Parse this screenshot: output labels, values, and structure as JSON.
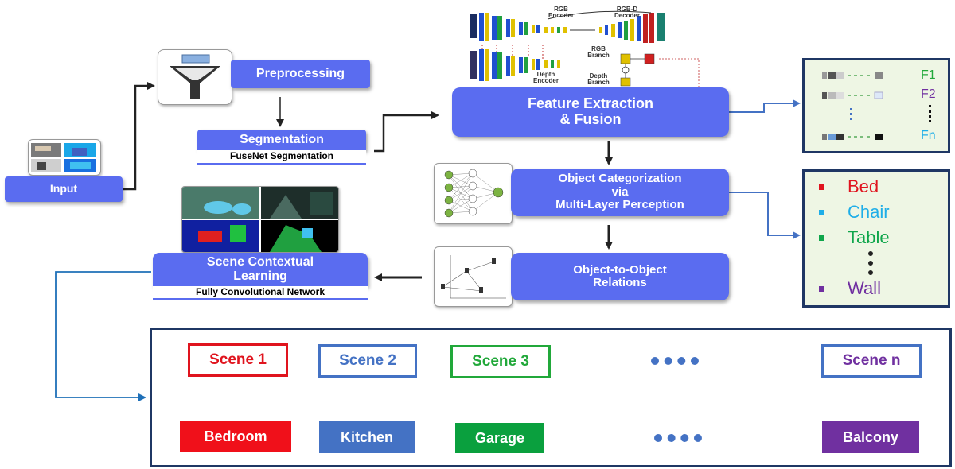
{
  "input": {
    "label": "Input"
  },
  "preprocessing": {
    "label": "Preprocessing"
  },
  "segmentation": {
    "label": "Segmentation",
    "sublabel": "FuseNet Segmentation"
  },
  "feature": {
    "line1": "Feature Extraction",
    "line2": "& Fusion"
  },
  "fusenet": {
    "rgb_encoder": "RGB Encoder",
    "rgbd_decoder": "RGB-D Decoder",
    "depth_encoder": "Depth Encoder",
    "rgb_branch": "RGB Branch",
    "depth_branch": "Depth Branch"
  },
  "categorization": {
    "line1": "Object Categorization",
    "line2": "via",
    "line3": "Multi-Layer Perception"
  },
  "relations": {
    "line1": "Object-to-Object",
    "line2": "Relations"
  },
  "scene_learning": {
    "line1": "Scene Contextual",
    "line2": "Learning",
    "sublabel": "Fully Convolutional Network"
  },
  "features": {
    "f1": "F1",
    "f2": "F2",
    "fn": "Fn"
  },
  "objects": [
    {
      "label": "Bed",
      "color": "#e0141e"
    },
    {
      "label": "Chair",
      "color": "#1eaee8"
    },
    {
      "label": "Table",
      "color": "#0fa64b"
    },
    {
      "label": "Wall",
      "color": "#7030a0"
    }
  ],
  "scenes": [
    {
      "label": "Scene 1",
      "room": "Bedroom",
      "color": "#e0141e",
      "fill": "#f0101a"
    },
    {
      "label": "Scene 2",
      "room": "Kitchen",
      "color": "#4472c4",
      "fill": "#4472c4"
    },
    {
      "label": "Scene 3",
      "room": "Garage",
      "color": "#21a83a",
      "fill": "#0aa03e"
    },
    {
      "label": "Scene n",
      "room": "Balcony",
      "color": "#7030a0",
      "fill": "#7030a0"
    }
  ],
  "colors": {
    "box": "#5a6cf0",
    "panel_border": "#1f3764",
    "arrow_blue": "#4472c4",
    "ellipsis": "#4472c4"
  }
}
